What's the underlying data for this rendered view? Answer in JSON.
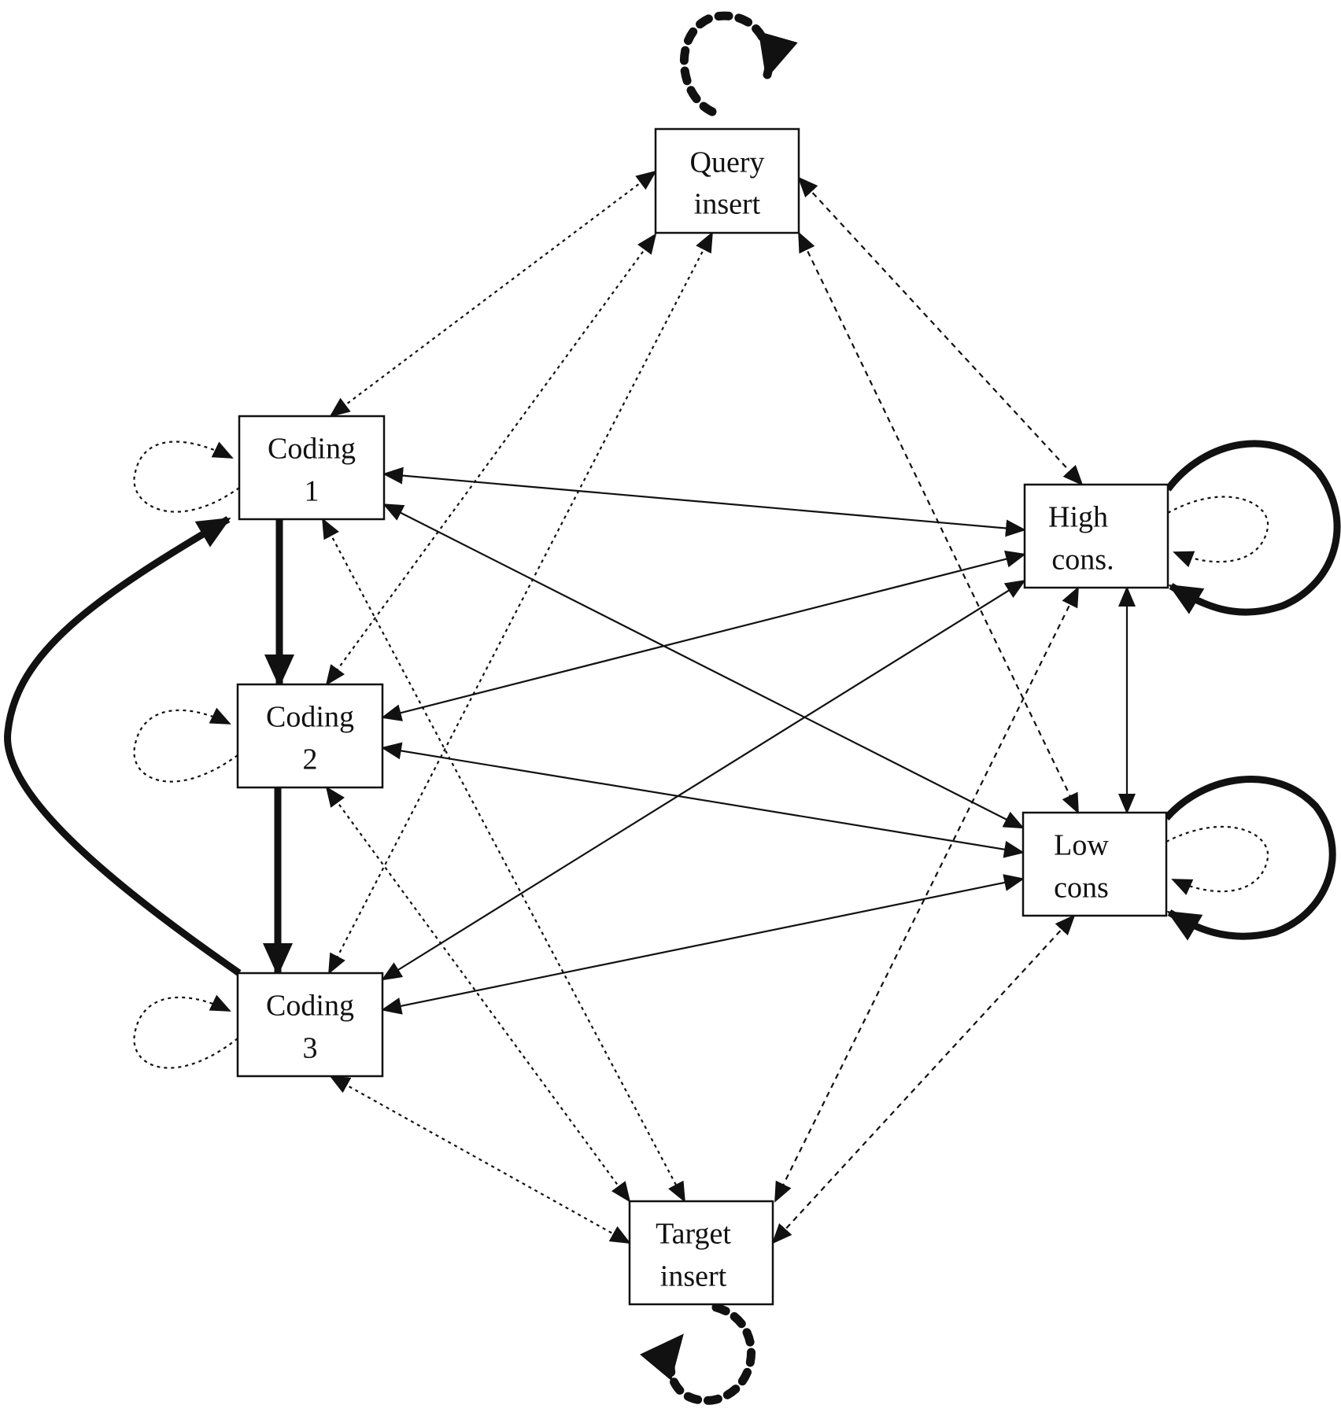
{
  "nodes": {
    "query_insert": {
      "line1": "Query",
      "line2": "insert"
    },
    "coding_1": {
      "line1": "Coding",
      "line2": "1"
    },
    "coding_2": {
      "line1": "Coding",
      "line2": "2"
    },
    "coding_3": {
      "line1": "Coding",
      "line2": "3"
    },
    "high_cons": {
      "line1": "High",
      "line2": "cons."
    },
    "low_cons": {
      "line1": "Low",
      "line2": "cons"
    },
    "target_insert": {
      "line1": "Target",
      "line2": "insert"
    }
  },
  "edges": [
    {
      "from": "coding_1",
      "to": "high_cons",
      "style": "solid-thin",
      "direction": "both"
    },
    {
      "from": "coding_1",
      "to": "low_cons",
      "style": "solid-thin",
      "direction": "both"
    },
    {
      "from": "coding_2",
      "to": "high_cons",
      "style": "solid-thin",
      "direction": "both"
    },
    {
      "from": "coding_2",
      "to": "low_cons",
      "style": "solid-thin",
      "direction": "both"
    },
    {
      "from": "coding_3",
      "to": "high_cons",
      "style": "solid-thin",
      "direction": "both"
    },
    {
      "from": "coding_3",
      "to": "low_cons",
      "style": "solid-thin",
      "direction": "both"
    },
    {
      "from": "high_cons",
      "to": "low_cons",
      "style": "solid-thin",
      "direction": "both"
    },
    {
      "from": "coding_1",
      "to": "coding_2",
      "style": "solid-thick",
      "direction": "forward"
    },
    {
      "from": "coding_2",
      "to": "coding_3",
      "style": "solid-thick",
      "direction": "forward"
    },
    {
      "from": "coding_3",
      "to": "coding_1",
      "style": "solid-thick",
      "direction": "forward"
    },
    {
      "from": "query_insert",
      "to": "coding_1",
      "style": "dotted-thin",
      "direction": "both"
    },
    {
      "from": "query_insert",
      "to": "coding_2",
      "style": "dotted-thin",
      "direction": "both"
    },
    {
      "from": "query_insert",
      "to": "coding_3",
      "style": "dotted-thin",
      "direction": "both"
    },
    {
      "from": "query_insert",
      "to": "high_cons",
      "style": "dashed-thin",
      "direction": "both"
    },
    {
      "from": "query_insert",
      "to": "low_cons",
      "style": "dashed-thin",
      "direction": "both"
    },
    {
      "from": "coding_1",
      "to": "target_insert",
      "style": "dotted-thin",
      "direction": "both"
    },
    {
      "from": "coding_2",
      "to": "target_insert",
      "style": "dotted-thin",
      "direction": "both"
    },
    {
      "from": "coding_3",
      "to": "target_insert",
      "style": "dotted-thin",
      "direction": "both"
    },
    {
      "from": "high_cons",
      "to": "target_insert",
      "style": "dashed-thin",
      "direction": "both"
    },
    {
      "from": "low_cons",
      "to": "target_insert",
      "style": "dashed-thin",
      "direction": "both"
    }
  ],
  "self_loops": [
    {
      "node": "query_insert",
      "style": "dashed-bold"
    },
    {
      "node": "target_insert",
      "style": "dashed-bold"
    },
    {
      "node": "coding_1",
      "style": "dotted-thin"
    },
    {
      "node": "coding_2",
      "style": "dotted-thin"
    },
    {
      "node": "coding_3",
      "style": "dotted-thin"
    },
    {
      "node": "high_cons",
      "style": "dotted-thin"
    },
    {
      "node": "high_cons",
      "style": "solid-thick"
    },
    {
      "node": "low_cons",
      "style": "dotted-thin"
    },
    {
      "node": "low_cons",
      "style": "solid-thick"
    }
  ]
}
